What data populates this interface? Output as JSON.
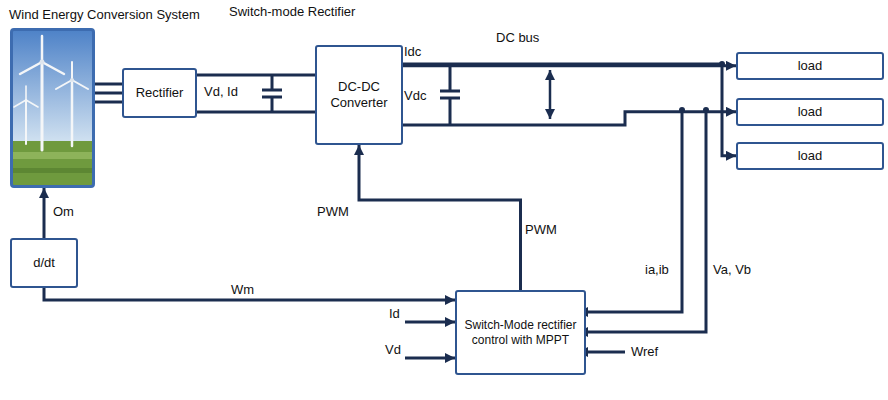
{
  "diagram": {
    "nodes": [
      {
        "text": [
          "Wind Energy Conversion System"
        ]
      },
      {
        "text": [
          "Rectifier"
        ]
      },
      {
        "text": [
          "DC-DC Converter"
        ]
      },
      {
        "text": [
          "load"
        ]
      },
      {
        "text": [
          "load"
        ]
      },
      {
        "text": [
          "load"
        ]
      },
      {
        "text": [
          "d/dt"
        ]
      },
      {
        "text": [
          "Switch-Mode rectifier control with MPPT"
        ]
      }
    ],
    "edges": [
      {
        "from": 0,
        "to": 1,
        "arrow": "none"
      },
      {
        "from": 1,
        "to": 2,
        "arrow": "none"
      },
      {
        "from": 2,
        "to": 3,
        "arrow": "to"
      },
      {
        "from": 2,
        "to": 4,
        "arrow": "to"
      },
      {
        "from": 2,
        "to": 5,
        "arrow": "to"
      },
      {
        "from": 6,
        "to": 0,
        "label": "Om",
        "arrow": "to"
      },
      {
        "from": 6,
        "to": 7,
        "label": "Wm",
        "arrow": "to"
      },
      {
        "from": 7,
        "to": 2,
        "label": "PWM",
        "arrow": "to"
      }
    ],
    "labels": [
      "Switch-mode Rectifier",
      "Vd, Id",
      "Idc",
      "Vdc",
      "DC bus",
      "PWM",
      "ia,ib",
      "Va, Vb",
      "Id",
      "Vd",
      "Wref"
    ]
  }
}
